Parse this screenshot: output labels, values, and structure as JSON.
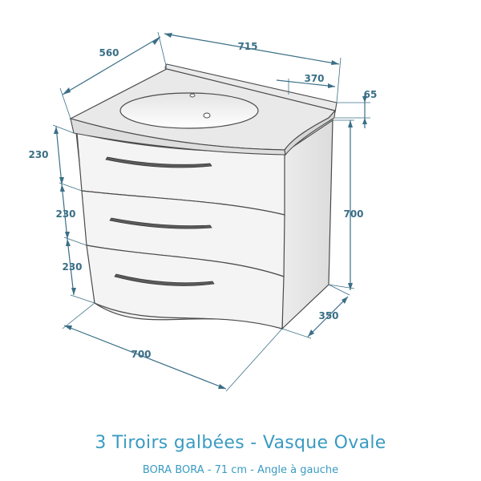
{
  "caption": {
    "title": "3 Tiroirs galbées - Vasque Ovale",
    "subtitle": "BORA BORA - 71 cm - Angle à gauche"
  },
  "dimensions": {
    "top_depth": "560",
    "top_width": "715",
    "basin_offset": "370",
    "backsplash": "65",
    "drawer_1": "230",
    "drawer_2": "230",
    "drawer_3": "230",
    "total_height": "700",
    "side_depth": "350",
    "front_width": "700"
  },
  "colors": {
    "dimension": "#3a6f86",
    "caption": "#3a9bc2",
    "edges": "#4a4a4a",
    "cabinet_front": "#f2f2f2",
    "cabinet_side": "#e6e6e6",
    "countertop": "#e9e9e9"
  }
}
